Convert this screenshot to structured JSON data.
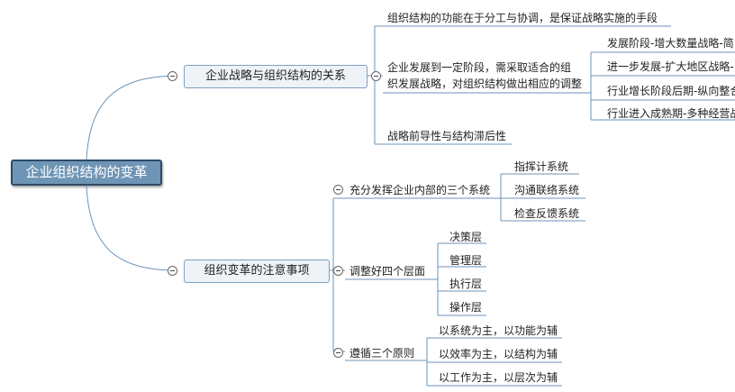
{
  "root": {
    "label": "企业组织结构的变革"
  },
  "branches": [
    {
      "label": "企业战略与组织结构的关系",
      "children": [
        {
          "label": "组织结构的功能在于分工与协调，是保证战略实施的手段"
        },
        {
          "label_lines": [
            "企业发展到一定阶段，需采取适合的组",
            "织发展战略，对组织结构做出相应的调整"
          ],
          "children": [
            {
              "label": "发展阶段-增大数量战略-简"
            },
            {
              "label": "进一步发展-扩大地区战略-"
            },
            {
              "label": "行业增长阶段后期-纵向整合"
            },
            {
              "label": "行业进入成熟期-多种经营战"
            }
          ]
        },
        {
          "label": "战略前导性与结构滞后性"
        }
      ]
    },
    {
      "label": "组织变革的注意事项",
      "children": [
        {
          "label": "充分发挥企业内部的三个系统",
          "children": [
            {
              "label": "指挥计系统"
            },
            {
              "label": "沟通联络系统"
            },
            {
              "label": "检查反馈系统"
            }
          ]
        },
        {
          "label": "调整好四个层面",
          "children": [
            {
              "label": "决策层"
            },
            {
              "label": "管理层"
            },
            {
              "label": "执行层"
            },
            {
              "label": "操作层"
            }
          ]
        },
        {
          "label": "遵循三个原则",
          "children": [
            {
              "label": "以系统为主，以功能为辅"
            },
            {
              "label": "以效率为主，以结构为辅"
            },
            {
              "label": "以工作为主，以层次为辅"
            }
          ]
        }
      ]
    }
  ],
  "colors": {
    "connector": "#6b93b8",
    "root_fill": "#6f95b6",
    "root_border": "#2d4b67",
    "branch_fill": "#eef3f8"
  }
}
